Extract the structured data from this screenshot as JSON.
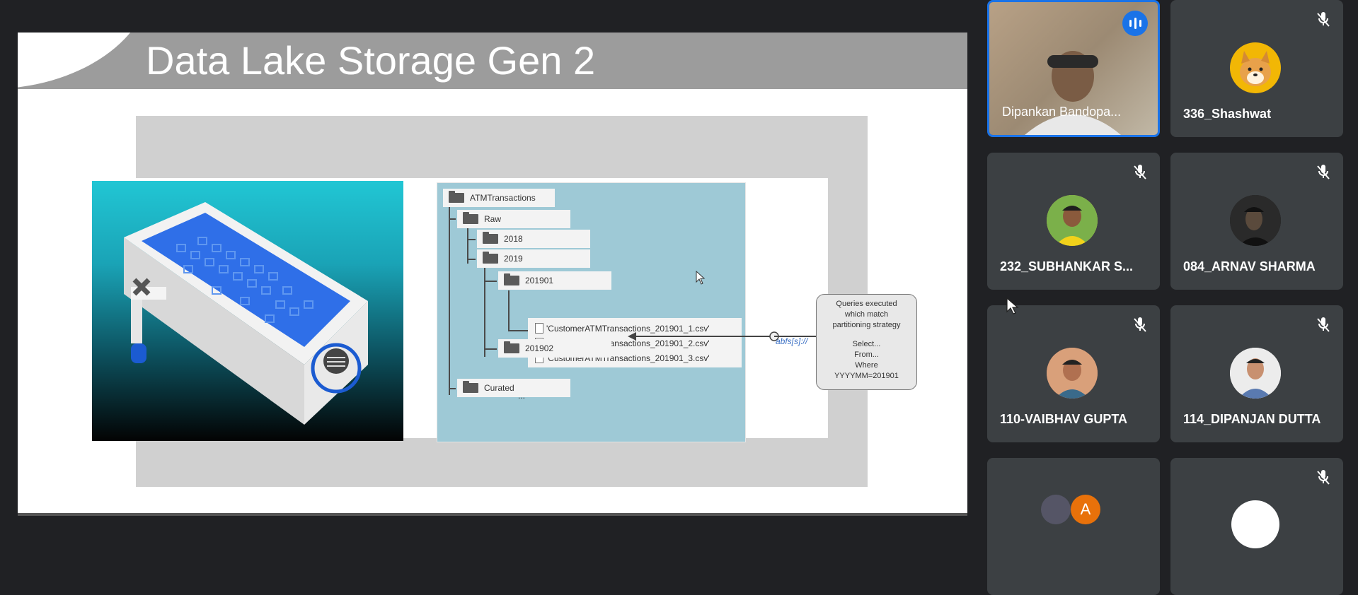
{
  "slide": {
    "title": "Data Lake Storage Gen 2",
    "tree": {
      "root": "ATMTransactions",
      "raw": "Raw",
      "y2018": "2018",
      "y2019": "2019",
      "m201901": "201901",
      "files": [
        "'CustomerATMTransactions_201901_1.csv'",
        "'CustomerATMTransactions_201901_2.csv'",
        "'CustomerATMTransactions_201901_3.csv'"
      ],
      "m201902": "201902",
      "ellipsis": "...",
      "curated": "Curated"
    },
    "abfs_label": "abfs[s]://",
    "query_box": {
      "line1": "Queries executed",
      "line2": "which match",
      "line3": "partitioning strategy",
      "line4": "Select...",
      "line5": "From...",
      "line6": "Where",
      "line7": "YYYYMM=201901"
    }
  },
  "participants": [
    {
      "name": "Dipankan Bandopa...",
      "speaking": true,
      "muted": false
    },
    {
      "name": "336_Shashwat",
      "muted": true
    },
    {
      "name": "232_SUBHANKAR S...",
      "muted": true
    },
    {
      "name": "084_ARNAV SHARMA",
      "muted": true
    },
    {
      "name": "110-VAIBHAV GUPTA",
      "muted": true
    },
    {
      "name": "114_DIPANJAN DUTTA",
      "muted": true
    },
    {
      "name": "",
      "muted": false,
      "avatar_letter": "A"
    },
    {
      "name": "",
      "muted": true
    }
  ],
  "colors": {
    "background": "#202124",
    "tile": "#3c4043",
    "accent": "#1a73e8",
    "title_band": "#9c9c9c"
  }
}
